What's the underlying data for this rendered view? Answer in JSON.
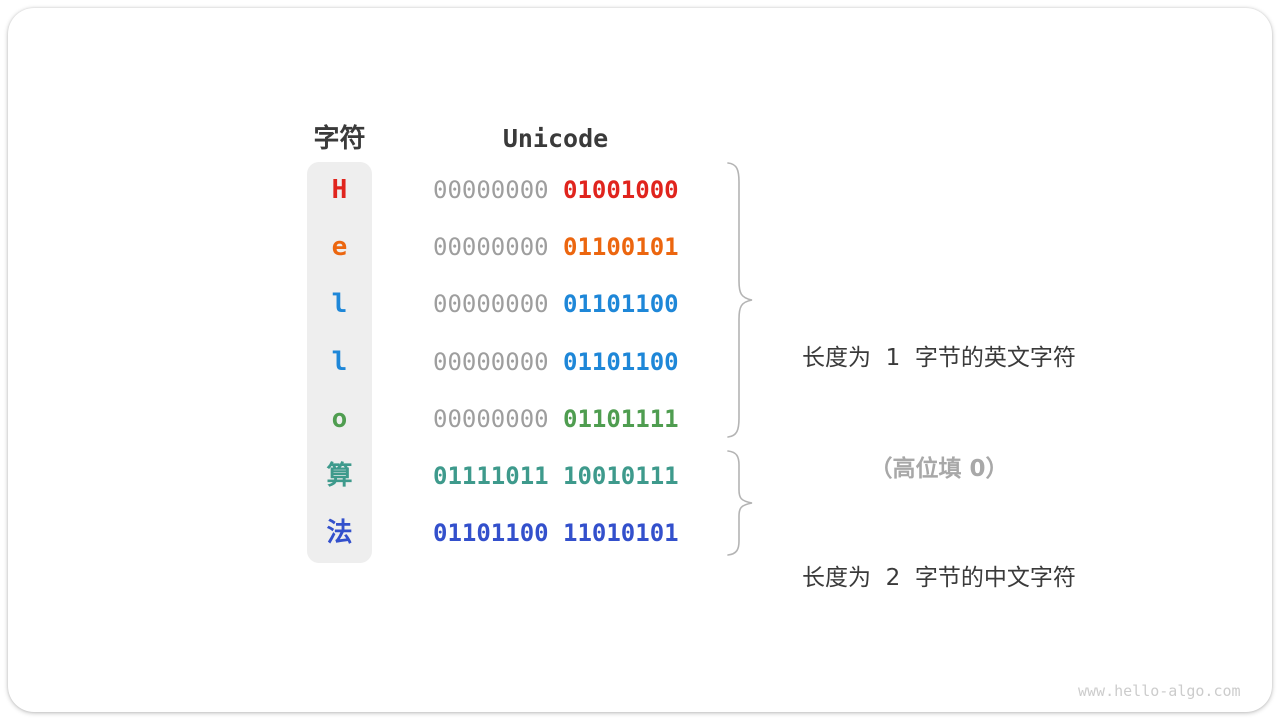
{
  "table": {
    "headers": {
      "char": "字符",
      "unicode": "Unicode"
    },
    "rows": [
      {
        "char": "H",
        "char_color": "#e0241d",
        "bytes": [
          {
            "text": "00000000",
            "color": "#9e9e9e",
            "bold": false
          },
          {
            "text": "01001000",
            "color": "#e0241d",
            "bold": true
          }
        ]
      },
      {
        "char": "e",
        "char_color": "#ec660f",
        "bytes": [
          {
            "text": "00000000",
            "color": "#9e9e9e",
            "bold": false
          },
          {
            "text": "01100101",
            "color": "#ec660f",
            "bold": true
          }
        ]
      },
      {
        "char": "l",
        "char_color": "#1e87d8",
        "bytes": [
          {
            "text": "00000000",
            "color": "#9e9e9e",
            "bold": false
          },
          {
            "text": "01101100",
            "color": "#1e87d8",
            "bold": true
          }
        ]
      },
      {
        "char": "l",
        "char_color": "#1e87d8",
        "bytes": [
          {
            "text": "00000000",
            "color": "#9e9e9e",
            "bold": false
          },
          {
            "text": "01101100",
            "color": "#1e87d8",
            "bold": true
          }
        ]
      },
      {
        "char": "o",
        "char_color": "#4f9d50",
        "bytes": [
          {
            "text": "00000000",
            "color": "#9e9e9e",
            "bold": false
          },
          {
            "text": "01101111",
            "color": "#4f9d50",
            "bold": true
          }
        ]
      },
      {
        "char": "算",
        "char_color": "#3e9a8c",
        "bytes": [
          {
            "text": "01111011",
            "color": "#3e9a8c",
            "bold": true
          },
          {
            "text": "10010111",
            "color": "#3e9a8c",
            "bold": true
          }
        ]
      },
      {
        "char": "法",
        "char_color": "#3350cc",
        "bytes": [
          {
            "text": "01101100",
            "color": "#3350cc",
            "bold": true
          },
          {
            "text": "11010101",
            "color": "#3350cc",
            "bold": true
          }
        ]
      }
    ]
  },
  "annotations": [
    {
      "lines": [
        {
          "text": "长度为  1  字节的英文字符"
        },
        {
          "text": "（高位填 0）"
        }
      ]
    },
    {
      "lines": [
        {
          "text": "长度为  2  字节的中文字符"
        }
      ]
    }
  ],
  "page": {
    "watermark": "www.hello-algo.com"
  },
  "colors": {
    "red": "#e0241d",
    "orange": "#ec660f",
    "blue": "#1e87d8",
    "green": "#4f9d50",
    "teal": "#3e9a8c",
    "royal_blue": "#3350cc",
    "bit_gray": "#9e9e9e",
    "text_dark": "#3a3a3a",
    "muted_gray": "#a8a8a8",
    "column_bg": "#eeeeee",
    "brace": "#b4b4b4",
    "watermark": "#cccccc"
  }
}
